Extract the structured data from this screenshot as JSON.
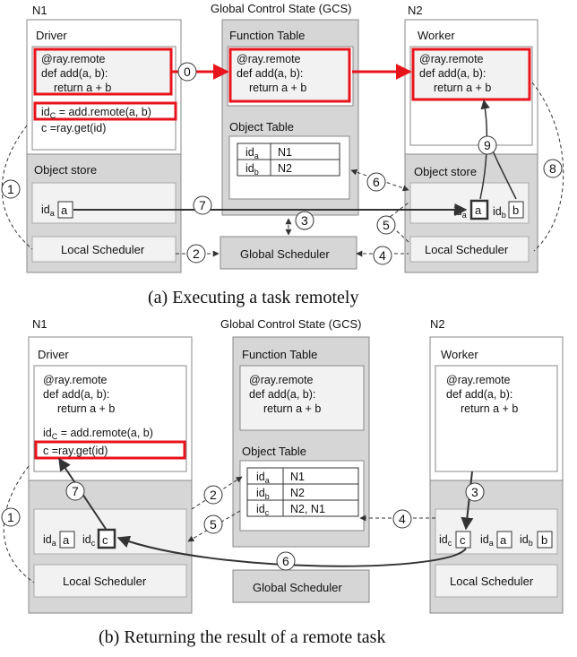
{
  "panel_a": {
    "caption": "(a) Executing a task remotely",
    "n1": "N1",
    "n2": "N2",
    "gcs": "Global Control State (GCS)",
    "driver": "Driver",
    "worker": "Worker",
    "function_table": "Function Table",
    "object_table": "Object Table",
    "object_store_left": "Object store",
    "object_store_right": "Object store",
    "local_scheduler_left": "Local Scheduler",
    "local_scheduler_right": "Local Scheduler",
    "global_scheduler": "Global Scheduler",
    "code_line1": "@ray.remote",
    "code_line2": "def add(a, b):",
    "code_line3": "return a + b",
    "driver_call_prefix": "id",
    "driver_call_sub": "C",
    "driver_call_rest": " = add.remote(a, b)",
    "driver_get": "c =ray.get(id)",
    "obj_rows": [
      {
        "id": "id",
        "sub": "a",
        "loc": "N1"
      },
      {
        "id": "id",
        "sub": "b",
        "loc": "N2"
      }
    ],
    "store_left_id": "id",
    "store_left_sub": "a",
    "store_left_val": "a",
    "store_right_a_id": "id",
    "store_right_a_sub": "a",
    "store_right_a_val": "a",
    "store_right_b_id": "id",
    "store_right_b_sub": "b",
    "store_right_b_val": "b",
    "steps": [
      "0",
      "1",
      "2",
      "3",
      "4",
      "5",
      "6",
      "7",
      "8",
      "9"
    ]
  },
  "panel_b": {
    "caption": "(b) Returning the result of a remote task",
    "n1": "N1",
    "n2": "N2",
    "gcs": "Global Control State (GCS)",
    "driver": "Driver",
    "worker": "Worker",
    "function_table": "Function Table",
    "object_table": "Object Table",
    "local_scheduler_left": "Local Scheduler",
    "local_scheduler_right": "Local Scheduler",
    "global_scheduler": "Global Scheduler",
    "code_line1": "@ray.remote",
    "code_line2": "def add(a, b):",
    "code_line3": "return a + b",
    "driver_call_prefix": "id",
    "driver_call_sub": "C",
    "driver_call_rest": " = add.remote(a, b)",
    "driver_get": "c =ray.get(id)",
    "obj_rows": [
      {
        "id": "id",
        "sub": "a",
        "loc": "N1"
      },
      {
        "id": "id",
        "sub": "b",
        "loc": "N2"
      },
      {
        "id": "id",
        "sub": "c",
        "loc": "N2, N1"
      }
    ],
    "store_left_a_id": "id",
    "store_left_a_sub": "a",
    "store_left_a_val": "a",
    "store_left_c_id": "id",
    "store_left_c_sub": "c",
    "store_left_c_val": "c",
    "store_right_c_id": "id",
    "store_right_c_sub": "c",
    "store_right_c_val": "c",
    "store_right_a_id": "id",
    "store_right_a_sub": "a",
    "store_right_a_val": "a",
    "store_right_b_id": "id",
    "store_right_b_sub": "b",
    "store_right_b_val": "b",
    "steps": [
      "1",
      "2",
      "3",
      "4",
      "5",
      "6",
      "7"
    ]
  },
  "colors": {
    "highlight": "#e8141c",
    "panel": "#d6d6d6",
    "box": "#f2f2f2",
    "line": "#333333"
  }
}
